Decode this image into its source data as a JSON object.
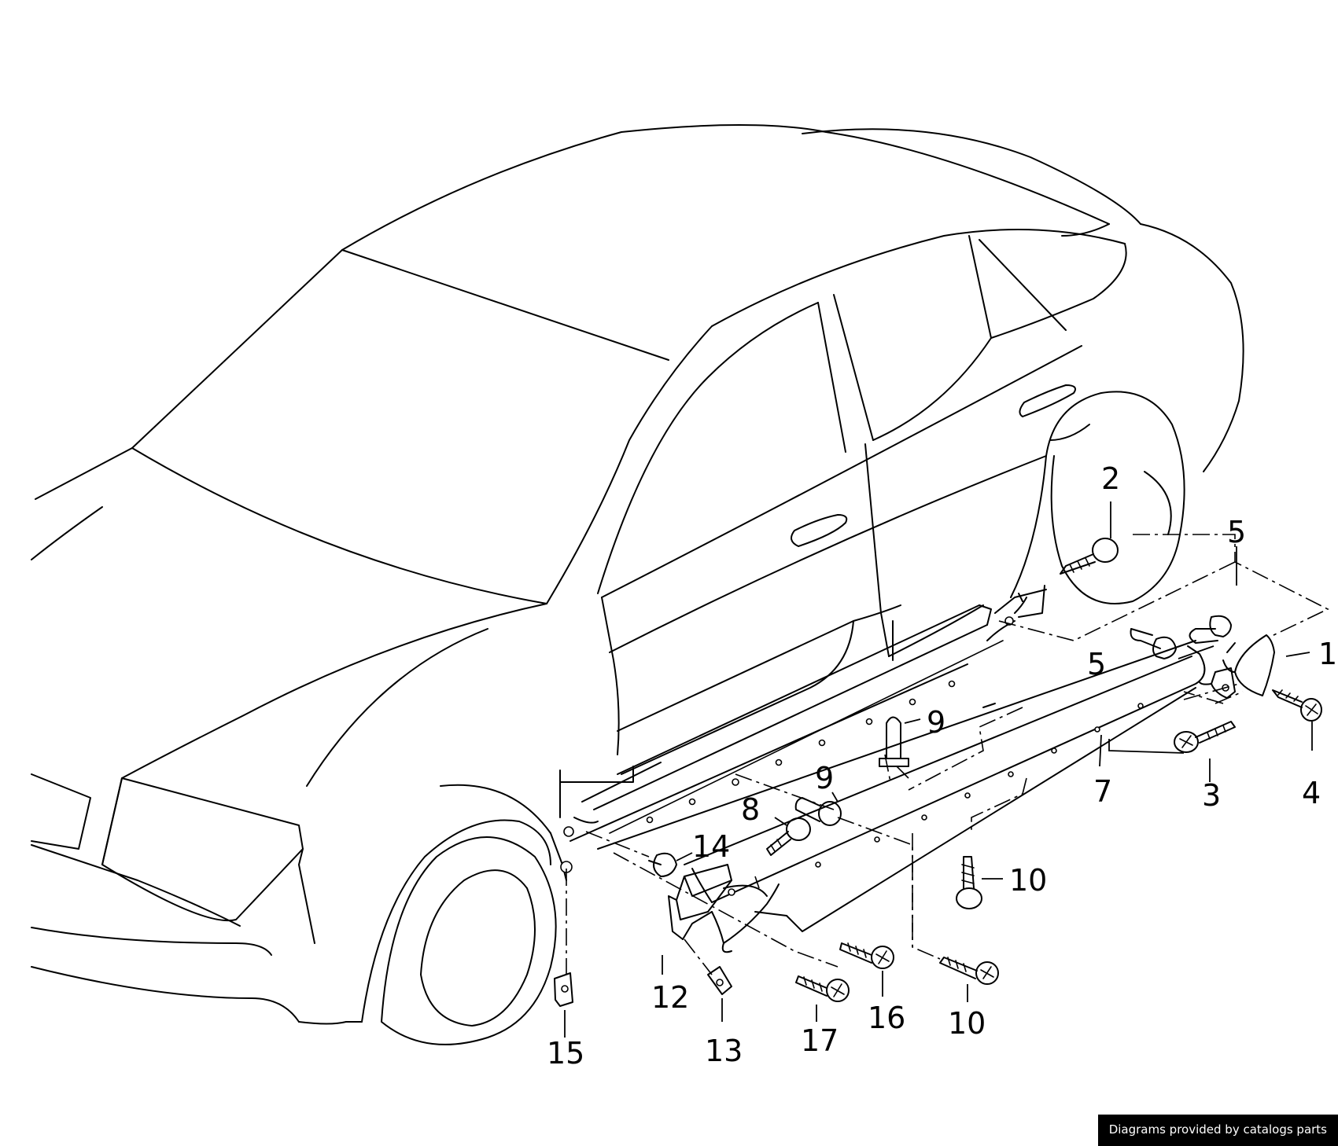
{
  "callouts": [
    {
      "id": "c1",
      "text": "1"
    },
    {
      "id": "c2",
      "text": "2"
    },
    {
      "id": "c3",
      "text": "3"
    },
    {
      "id": "c4",
      "text": "4"
    },
    {
      "id": "c5a",
      "text": "5"
    },
    {
      "id": "c5b",
      "text": "5"
    },
    {
      "id": "c7",
      "text": "7"
    },
    {
      "id": "c8",
      "text": "8"
    },
    {
      "id": "c9a",
      "text": "9"
    },
    {
      "id": "c9b",
      "text": "9"
    },
    {
      "id": "c10a",
      "text": "10"
    },
    {
      "id": "c10b",
      "text": "10"
    },
    {
      "id": "c12",
      "text": "12"
    },
    {
      "id": "c13",
      "text": "13"
    },
    {
      "id": "c14",
      "text": "14"
    },
    {
      "id": "c15",
      "text": "15"
    },
    {
      "id": "c16",
      "text": "16"
    },
    {
      "id": "c17",
      "text": "17"
    }
  ],
  "credit": "Diagrams provided by catalogs parts"
}
